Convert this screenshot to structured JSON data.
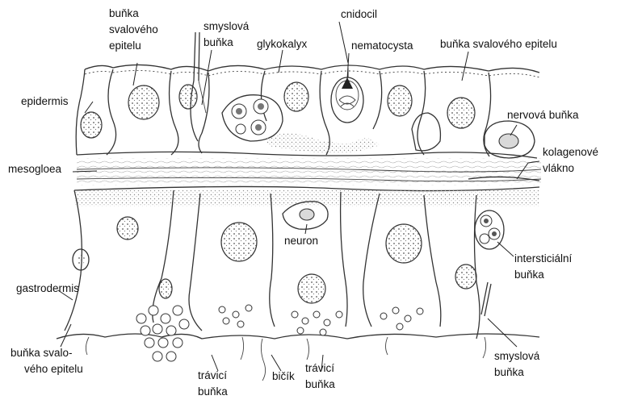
{
  "labels": {
    "bunka_svaloveho_epitelu_top": [
      "buňka",
      "svalového",
      "epitelu"
    ],
    "smyslova_bunka_top": [
      "smyslová",
      "buňka"
    ],
    "cnidocil": "cnidocil",
    "glykokalyx": "glykokalyx",
    "nematocysta": "nematocysta",
    "bunka_svaloveho_epitelu_right": "buňka svalového epitelu",
    "epidermis": "epidermis",
    "nervova_bunka": "nervová buňka",
    "mesogloea": "mesogloea",
    "kolagenove_vlakno": [
      "kolagenové",
      "vlákno"
    ],
    "neuron": "neuron",
    "intersticialni_bunka": [
      "intersticiální",
      "buňka"
    ],
    "gastrodermis": "gastrodermis",
    "bunka_svaloveho_epitelu_bottom": [
      "buňka svalo-",
      "vého epitelu"
    ],
    "travici_bunka_1": [
      "trávicí",
      "buňka"
    ],
    "bicik": "bičík",
    "travici_bunka_2": [
      "trávicí",
      "buňka"
    ],
    "smyslova_bunka_bottom": [
      "smyslová",
      "buňka"
    ]
  },
  "colors": {
    "ink": "#222222",
    "nucleus": "#bdbdbd",
    "stipple": "#9a9a9a"
  }
}
